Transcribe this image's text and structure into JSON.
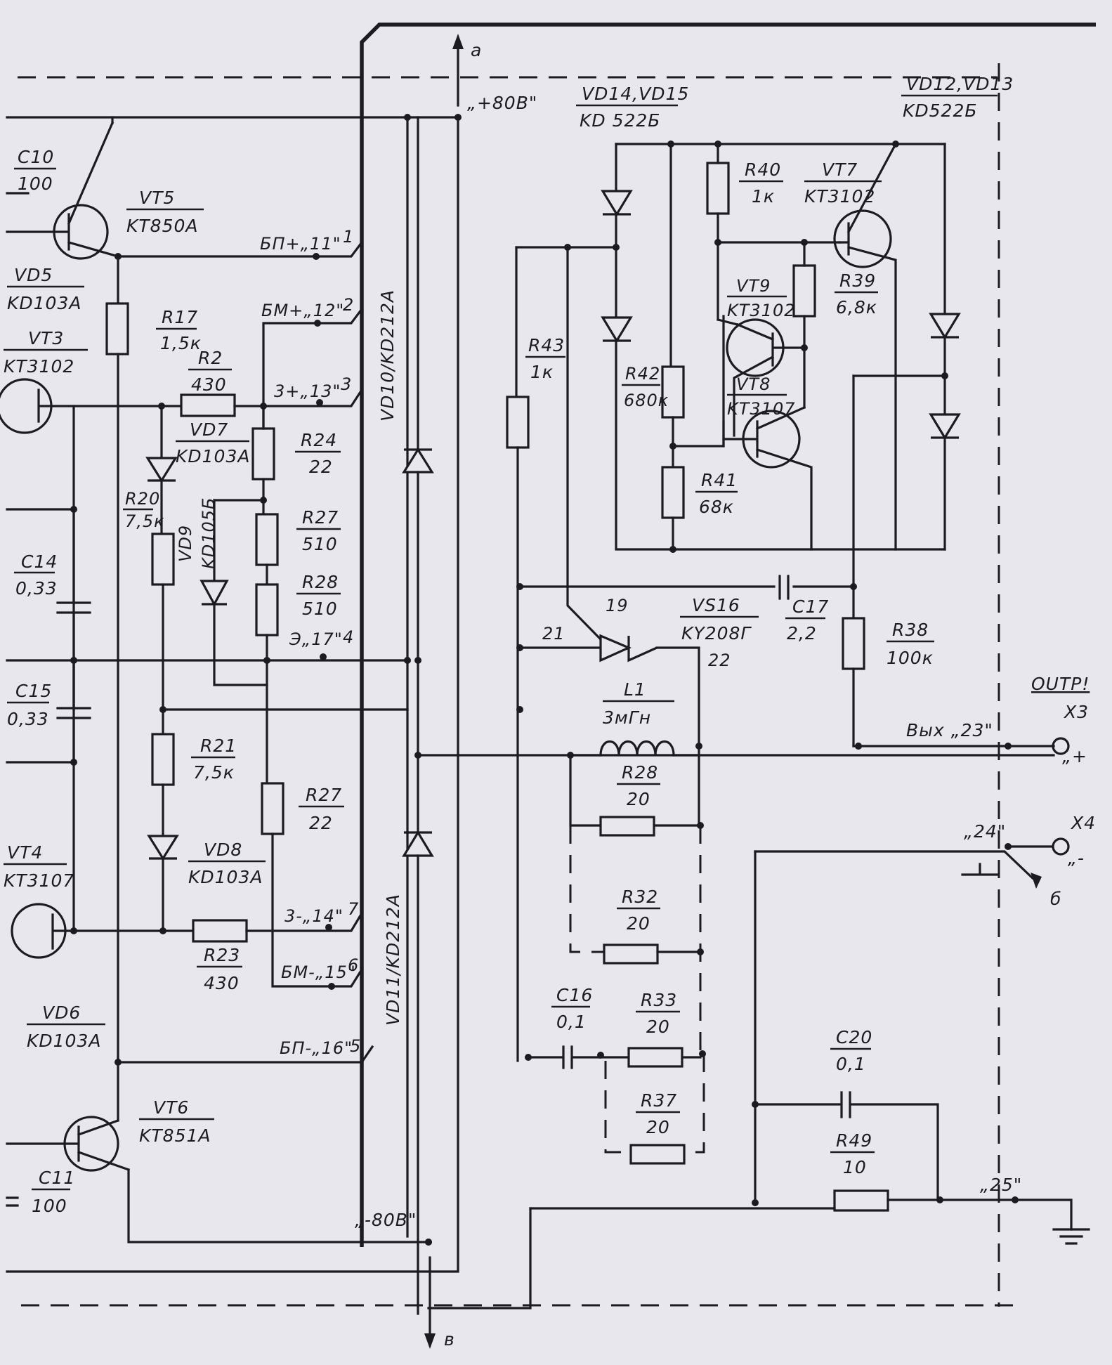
{
  "labels": {
    "C10_name": "C10",
    "C10_value": "100",
    "VT5_name": "VT5",
    "VT5_type": "KT850A",
    "VD5_name": "VD5",
    "VD5_type": "KD103A",
    "VT3_name": "VT3",
    "VT3_type": "KT3102",
    "R17_name": "R17",
    "R17_value": "1,5к",
    "R2_name": "R2",
    "R2_value": "430",
    "VD7_name": "VD7",
    "VD7_type": "KD103A",
    "R20_name": "R20",
    "R20_value": "7,5к",
    "VD9_name": "VD9",
    "VD9_type": "KD105Б",
    "R24_name": "R24",
    "R24_value": "22",
    "R27a_name": "R27",
    "R27a_value": "510",
    "R28a_name": "R28",
    "R28a_value": "510",
    "C14_name": "C14",
    "C14_value": "0,33",
    "C15_name": "C15",
    "C15_value": "0,33",
    "R21_name": "R21",
    "R21_value": "7,5к",
    "R27b_name": "R27",
    "R27b_value": "22",
    "VT4_name": "VT4",
    "VT4_type": "KT3107",
    "VD8_name": "VD8",
    "VD8_type": "KD103A",
    "R23_name": "R23",
    "R23_value": "430",
    "VD6_name": "VD6",
    "VD6_type": "KD103A",
    "VT6_name": "VT6",
    "VT6_type": "KT851A",
    "C11_name": "C11",
    "C11_value": "100",
    "VD10_type": "VD10/KD212A",
    "VD11_type": "VD11/KD212A",
    "plus80": "„+80В\"",
    "minus80": "„-80В\"",
    "arrow_a": "a",
    "arrow_b": "в",
    "VD14_name": "VD14,VD15",
    "VD14_type": "KD 522Б",
    "VD12_name": "VD12,VD13",
    "VD12_type": "KD522Б",
    "R40_name": "R40",
    "R40_value": "1к",
    "VT7_name": "VT7",
    "VT7_type": "KT3102",
    "R39_name": "R39",
    "R39_value": "6,8к",
    "VT9_name": "VT9",
    "VT9_type": "KT3102",
    "VT8_name": "VT8",
    "VT8_type": "KT3107",
    "R43_name": "R43",
    "R43_value": "1к",
    "R42_name": "R42",
    "R42_value": "680к",
    "R41_name": "R41",
    "R41_value": "68к",
    "VS16_name": "VS16",
    "VS16_type": "KY208Г",
    "C17_name": "C17",
    "C17_value": "2,2",
    "R38_name": "R38",
    "R38_value": "100к",
    "L1_name": "L1",
    "L1_value": "3мГн",
    "R28b_name": "R28",
    "R28b_value": "20",
    "R32_name": "R32",
    "R32_value": "20",
    "C16_name": "C16",
    "C16_value": "0,1",
    "R33_name": "R33",
    "R33_value": "20",
    "R37_name": "R37",
    "R37_value": "20",
    "C20_name": "C20",
    "C20_value": "0,1",
    "R49_name": "R49",
    "R49_value": "10",
    "pin19": "19",
    "pin21": "21",
    "pin22": "22",
    "node_bp_plus": "БП+„11\"",
    "pin1": "1",
    "node_bm_plus": "БМ+„12\"",
    "pin2": "2",
    "node_3_plus": "3+„13\"",
    "pin3": "3",
    "node_e": "Э„17\"",
    "pin4": "4",
    "node_3_minus": "3-„14\"",
    "pin7": "7",
    "node_bm_minus": "БМ-„15\"",
    "pin6": "6",
    "node_bp_minus": "БП-„16\"",
    "pin5": "5",
    "out_label": "Вых „23\"",
    "output_title": "OUTP!",
    "x3": "X3",
    "x3_plus": "„+",
    "x4": "X4",
    "x4_minus": "„-",
    "node24": "„24\"",
    "node25": "„25\"",
    "switch_b": "б"
  }
}
